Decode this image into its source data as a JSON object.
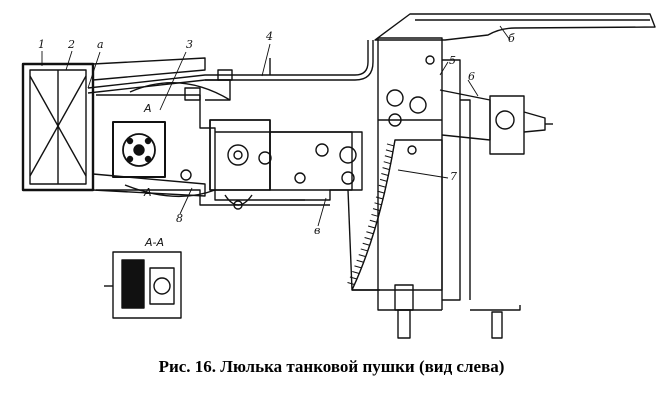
{
  "figure": {
    "caption": "Рис. 16. Люлька танковой пушки (вид слева)",
    "callouts": [
      "1",
      "2",
      "а",
      "3",
      "4",
      "б",
      "5",
      "6",
      "7",
      "8",
      "в"
    ],
    "section_label": "А-А",
    "section_marks": [
      "А",
      "А"
    ]
  },
  "colors": {
    "ink": "#111111",
    "paper": "#ffffff"
  }
}
